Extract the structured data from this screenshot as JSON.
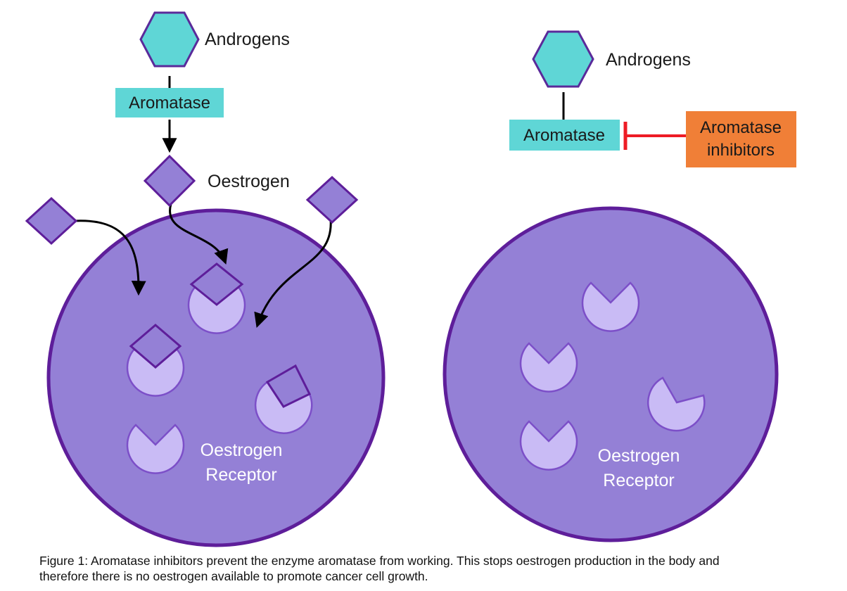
{
  "colors": {
    "hexagon_fill": "#5fd6d6",
    "hexagon_stroke": "#5a2a9a",
    "aromatase_box": "#5fd6d6",
    "inhibitor_box": "#f07f37",
    "inhibit_line": "#ee1c25",
    "cell_fill": "#9480d6",
    "cell_stroke": "#5e1e9a",
    "receptor_fill": "#c9bbf5",
    "receptor_stroke": "#7c4fc8",
    "oestrogen_fill": "#9480d6",
    "oestrogen_stroke": "#5e1e9a"
  },
  "left_panel": {
    "androgens_label": "Androgens",
    "aromatase_label": "Aromatase",
    "oestrogen_label": "Oestrogen",
    "receptor_label_line1": "Oestrogen",
    "receptor_label_line2": "Receptor"
  },
  "right_panel": {
    "androgens_label": "Androgens",
    "aromatase_label": "Aromatase",
    "inhibitor_label_line1": "Aromatase",
    "inhibitor_label_line2": "inhibitors",
    "receptor_label_line1": "Oestrogen",
    "receptor_label_line2": "Receptor"
  },
  "caption": {
    "line1": "Figure 1: Aromatase inhibitors prevent the enzyme aromatase from working. This stops oestrogen production in the body and",
    "line2": "therefore there is no oestrogen available to promote cancer cell growth."
  }
}
